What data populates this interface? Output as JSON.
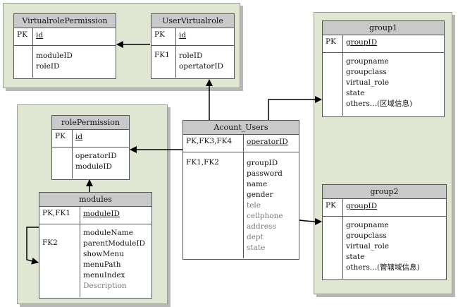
{
  "entities": {
    "virtualrolePermission": {
      "name": "VirtualrolePermission",
      "pk_key": "PK",
      "pk_field": "id",
      "fk_key": "",
      "fields": [
        "moduleID",
        "roleID"
      ]
    },
    "userVirtualrole": {
      "name": "UserVirtualrole",
      "pk_key": "PK",
      "pk_field": "id",
      "fk_key": "FK1",
      "fields": [
        "roleID",
        "opertatorID"
      ]
    },
    "group1": {
      "name": "group1",
      "pk_key": "PK",
      "pk_field": "groupID",
      "fk_key": "",
      "fields": [
        "groupname",
        "groupclass",
        "virtual_role",
        "state",
        "others...(区域信息)"
      ]
    },
    "rolePermission": {
      "name": "rolePermission",
      "pk_key": "PK",
      "pk_field": "id",
      "fk_key": "",
      "fields": [
        "operatorID",
        "moduleID"
      ]
    },
    "acountUsers": {
      "name": "Acount_Users",
      "pk_key": "PK,FK3,FK4",
      "pk_field": "operatorID",
      "fk_key": "FK1,FK2",
      "fields": [
        "groupID",
        "password",
        "name",
        "gender",
        "tele",
        "cellphone",
        "address",
        "dept",
        "state"
      ]
    },
    "modules": {
      "name": "modules",
      "pk_key": "PK,FK1",
      "pk_field": "moduleID",
      "fk_key": "FK2",
      "fields": [
        "moduleName",
        "parentModuleID",
        "showMenu",
        "menuPath",
        "menuIndex",
        "Description"
      ]
    },
    "group2": {
      "name": "group2",
      "pk_key": "PK",
      "pk_field": "groupID",
      "fk_key": "",
      "fields": [
        "groupname",
        "groupclass",
        "virtual_role",
        "state",
        "others...(管辖域信息)"
      ]
    }
  },
  "colors": {
    "panel": "#dfe6d2",
    "header": "#c9c9c9",
    "line": "#000000"
  }
}
